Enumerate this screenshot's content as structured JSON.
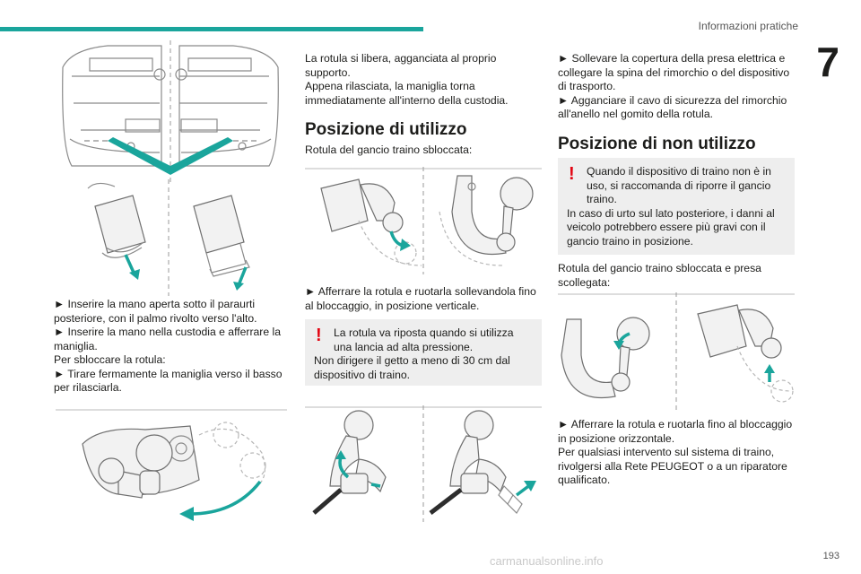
{
  "header": {
    "section_title": "Informazioni pratiche",
    "chapter_number": "7"
  },
  "col1": {
    "steps": [
      "► Inserire la mano aperta sotto il paraurti posteriore, con il palmo rivolto verso l'alto.",
      "► Inserire la mano nella custodia e afferrare la maniglia.",
      "Per sbloccare la rotula:",
      "► Tirare fermamente la maniglia verso il basso per rilasciarla."
    ]
  },
  "col2": {
    "intro": [
      "La rotula si libera, agganciata al proprio supporto.",
      "Appena rilasciata, la maniglia torna immediatamente all'interno della custodia."
    ],
    "heading": "Posizione di utilizzo",
    "caption": "Rotula del gancio traino sbloccata:",
    "step": "► Afferrare la rotula e ruotarla sollevandola fino al bloccaggio, in posizione verticale.",
    "warning": {
      "first": "La rotula va riposta quando si utilizza una lancia ad alta pressione.",
      "rest": "Non dirigere il getto a meno di 30 cm dal dispositivo di traino."
    }
  },
  "col3": {
    "steps": [
      "► Sollevare la copertura della presa elettrica e collegare la spina del rimorchio o del dispositivo di trasporto.",
      "► Agganciare il cavo di sicurezza del rimorchio all'anello nel gomito della rotula."
    ],
    "heading": "Posizione di non utilizzo",
    "warning": {
      "first": "Quando il dispositivo di traino non è in uso, si raccomanda di riporre il gancio traino.",
      "rest": "In caso di urto sul lato posteriore, i danni al veicolo potrebbero essere più gravi con il gancio traino in posizione."
    },
    "caption": "Rotula del gancio traino sbloccata e presa scollegata:",
    "final": [
      "► Afferrare la rotula e ruotarla fino al bloccaggio in posizione orizzontale.",
      "Per qualsiasi intervento sul sistema di traino, rivolgersi alla Rete PEUGEOT o a un riparatore qualificato."
    ]
  },
  "footer": {
    "page_number": "193",
    "watermark": "carmanualsonline.info"
  },
  "colors": {
    "accent": "#1aa59c",
    "warning": "#e30613",
    "warning_bg": "#eeeeee"
  },
  "icons": [
    "warning-exclamation-icon",
    "arrow-icon"
  ]
}
